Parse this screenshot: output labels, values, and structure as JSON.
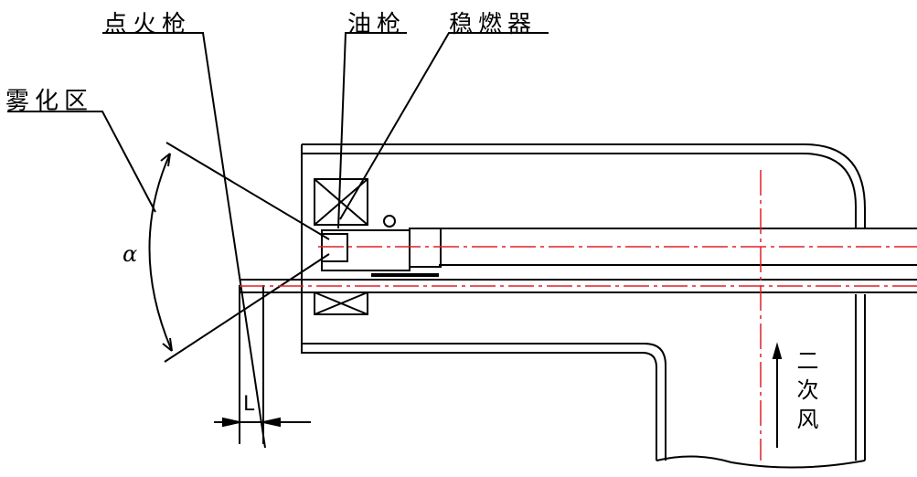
{
  "labels": {
    "ignition_gun": "点火枪",
    "oil_gun": "油枪",
    "flame_stabilizer": "稳燃器",
    "atomization_zone": "雾化区",
    "angle": "α",
    "distance": "L",
    "secondary_air": "二次风"
  },
  "colors": {
    "line": "#000000",
    "centerline": "#e0202a",
    "background": "#ffffff"
  }
}
